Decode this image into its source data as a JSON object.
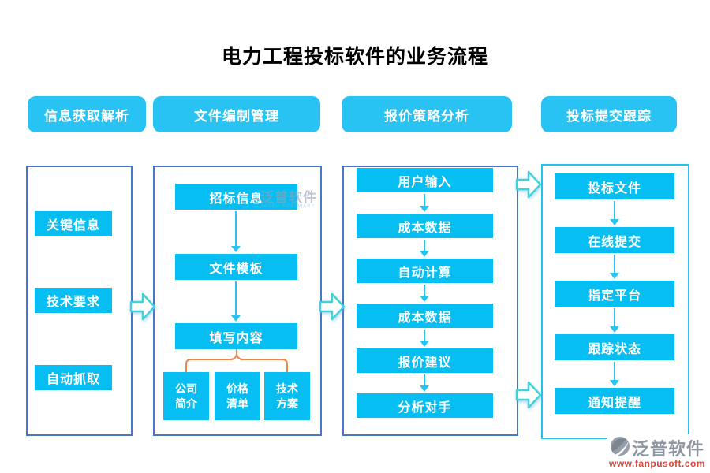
{
  "title": "电力工程投标软件的业务流程",
  "header_tabs": [
    {
      "label": "信息获取解析"
    },
    {
      "label": "文件编制管理"
    },
    {
      "label": "报价策略分析"
    },
    {
      "label": "投标提交跟踪"
    }
  ],
  "columns": {
    "info": {
      "steps": [
        "关键信息",
        "技术要求",
        "自动抓取"
      ]
    },
    "docs": {
      "steps": [
        "招标信息",
        "文件模板",
        "填写内容"
      ],
      "sub_steps": [
        "公司简介",
        "价格清单",
        "技术方案"
      ]
    },
    "pricing": {
      "steps": [
        "用户输入",
        "成本数据",
        "自动计算",
        "成本数据",
        "报价建议",
        "分析对手"
      ]
    },
    "submit": {
      "steps": [
        "投标文件",
        "在线提交",
        "指定平台",
        "跟踪状态",
        "通知提醒"
      ]
    }
  },
  "watermark": {
    "text": "泛普软件",
    "subtext": "FANPU SOFTWARE"
  },
  "logo": {
    "name": "泛普软件",
    "url": "www.fanpusoft.com"
  },
  "colors": {
    "tab_bg": "#29C3F3",
    "node_bg": "#07BEF2",
    "panel_border_blue": "#4A75CC",
    "panel_border_cyan": "#22C2EA",
    "flow_arrow_outline": "#3ED3D8",
    "branch_connector": "#F0874A",
    "logo_url_red": "#D9473B",
    "logo_gray": "#8E96A0"
  }
}
